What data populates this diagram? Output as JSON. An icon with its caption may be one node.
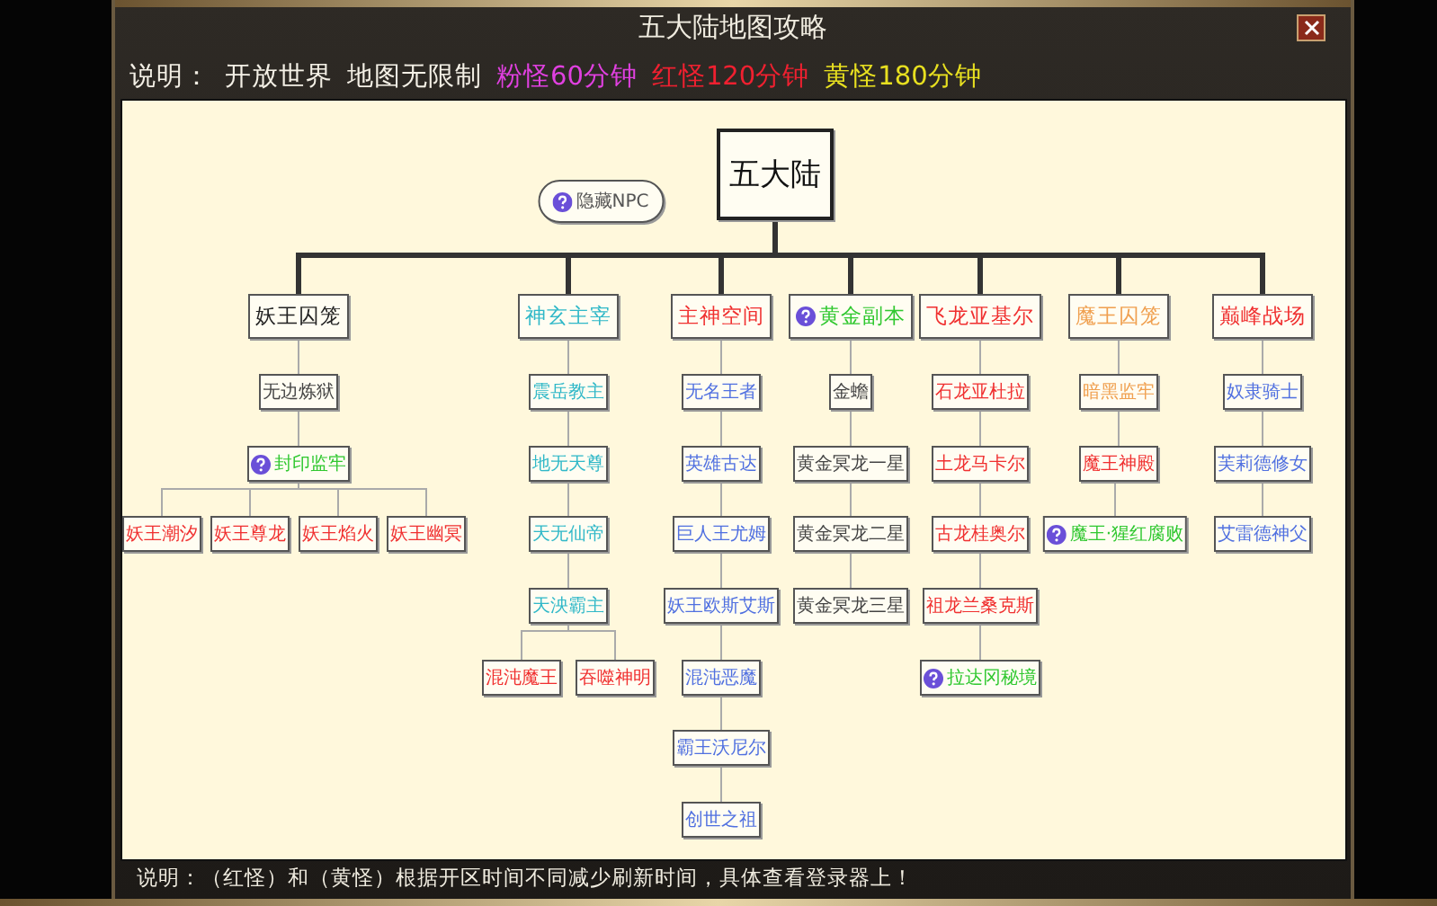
{
  "diagram": {
    "title": "五大陆地图攻略",
    "nodes": [
      {
        "text": [
          "五大陆"
        ]
      },
      {
        "text": [
          "隐藏NPC"
        ]
      },
      {
        "text": [
          "妖王囚笼"
        ]
      },
      {
        "text": [
          "无边炼狱"
        ]
      },
      {
        "text": [
          "封印监牢"
        ]
      },
      {
        "text": [
          "妖王潮汐"
        ]
      },
      {
        "text": [
          "妖王尊龙"
        ]
      },
      {
        "text": [
          "妖王焰火"
        ]
      },
      {
        "text": [
          "妖王幽冥"
        ]
      },
      {
        "text": [
          "神玄主宰"
        ]
      },
      {
        "text": [
          "震岳教主"
        ]
      },
      {
        "text": [
          "地无天尊"
        ]
      },
      {
        "text": [
          "天无仙帝"
        ]
      },
      {
        "text": [
          "天泱霸主"
        ]
      },
      {
        "text": [
          "混沌魔王"
        ]
      },
      {
        "text": [
          "吞噬神明"
        ]
      },
      {
        "text": [
          "主神空间"
        ]
      },
      {
        "text": [
          "无名王者"
        ]
      },
      {
        "text": [
          "英雄古达"
        ]
      },
      {
        "text": [
          "巨人王尤姆"
        ]
      },
      {
        "text": [
          "妖王欧斯艾斯"
        ]
      },
      {
        "text": [
          "混沌恶魔"
        ]
      },
      {
        "text": [
          "霸王沃尼尔"
        ]
      },
      {
        "text": [
          "创世之祖"
        ]
      },
      {
        "text": [
          "黄金副本"
        ]
      },
      {
        "text": [
          "金蟾"
        ]
      },
      {
        "text": [
          "黄金冥龙一星"
        ]
      },
      {
        "text": [
          "黄金冥龙二星"
        ]
      },
      {
        "text": [
          "黄金冥龙三星"
        ]
      },
      {
        "text": [
          "飞龙亚基尔"
        ]
      },
      {
        "text": [
          "石龙亚杜拉"
        ]
      },
      {
        "text": [
          "土龙马卡尔"
        ]
      },
      {
        "text": [
          "古龙桂奥尔"
        ]
      },
      {
        "text": [
          "祖龙兰桑克斯"
        ]
      },
      {
        "text": [
          "拉达冈秘境"
        ]
      },
      {
        "text": [
          "魔王囚笼"
        ]
      },
      {
        "text": [
          "暗黑监牢"
        ]
      },
      {
        "text": [
          "魔王神殿"
        ]
      },
      {
        "text": [
          "魔王·猩红腐败"
        ]
      },
      {
        "text": [
          "巅峰战场"
        ]
      },
      {
        "text": [
          "奴隶骑士"
        ]
      },
      {
        "text": [
          "芙莉德修女"
        ]
      },
      {
        "text": [
          "艾雷德神父"
        ]
      }
    ],
    "edges": [
      {
        "from": 0,
        "to": 2,
        "arrow": "none",
        "style": "thick",
        "color": "#333333"
      },
      {
        "from": 0,
        "to": 9,
        "arrow": "none",
        "style": "thick",
        "color": "#333333"
      },
      {
        "from": 0,
        "to": 16,
        "arrow": "none",
        "style": "thick",
        "color": "#333333"
      },
      {
        "from": 0,
        "to": 24,
        "arrow": "none",
        "style": "thick",
        "color": "#333333"
      },
      {
        "from": 0,
        "to": 29,
        "arrow": "none",
        "style": "thick",
        "color": "#333333"
      },
      {
        "from": 0,
        "to": 35,
        "arrow": "none",
        "style": "thick",
        "color": "#333333"
      },
      {
        "from": 0,
        "to": 39,
        "arrow": "none",
        "style": "thick",
        "color": "#333333"
      },
      {
        "from": 2,
        "to": 3,
        "arrow": "none"
      },
      {
        "from": 3,
        "to": 4,
        "arrow": "none"
      },
      {
        "from": 4,
        "to": 5,
        "arrow": "none"
      },
      {
        "from": 4,
        "to": 6,
        "arrow": "none"
      },
      {
        "from": 4,
        "to": 7,
        "arrow": "none"
      },
      {
        "from": 4,
        "to": 8,
        "arrow": "none"
      },
      {
        "from": 9,
        "to": 10,
        "arrow": "none"
      },
      {
        "from": 10,
        "to": 11,
        "arrow": "none"
      },
      {
        "from": 11,
        "to": 12,
        "arrow": "none"
      },
      {
        "from": 12,
        "to": 13,
        "arrow": "none"
      },
      {
        "from": 13,
        "to": 14,
        "arrow": "none"
      },
      {
        "from": 13,
        "to": 15,
        "arrow": "none"
      },
      {
        "from": 16,
        "to": 17,
        "arrow": "none"
      },
      {
        "from": 17,
        "to": 18,
        "arrow": "none"
      },
      {
        "from": 18,
        "to": 19,
        "arrow": "none"
      },
      {
        "from": 19,
        "to": 20,
        "arrow": "none"
      },
      {
        "from": 20,
        "to": 21,
        "arrow": "none"
      },
      {
        "from": 21,
        "to": 22,
        "arrow": "none"
      },
      {
        "from": 22,
        "to": 23,
        "arrow": "none"
      },
      {
        "from": 24,
        "to": 25,
        "arrow": "none"
      },
      {
        "from": 25,
        "to": 26,
        "arrow": "none"
      },
      {
        "from": 26,
        "to": 27,
        "arrow": "none"
      },
      {
        "from": 27,
        "to": 28,
        "arrow": "none"
      },
      {
        "from": 29,
        "to": 30,
        "arrow": "none"
      },
      {
        "from": 30,
        "to": 31,
        "arrow": "none"
      },
      {
        "from": 31,
        "to": 32,
        "arrow": "none"
      },
      {
        "from": 32,
        "to": 33,
        "arrow": "none"
      },
      {
        "from": 33,
        "to": 34,
        "arrow": "none"
      },
      {
        "from": 35,
        "to": 36,
        "arrow": "none"
      },
      {
        "from": 36,
        "to": 37,
        "arrow": "none"
      },
      {
        "from": 37,
        "to": 38,
        "arrow": "none"
      },
      {
        "from": 39,
        "to": 40,
        "arrow": "none"
      },
      {
        "from": 40,
        "to": 41,
        "arrow": "none"
      },
      {
        "from": 41,
        "to": 42,
        "arrow": "none"
      }
    ],
    "labels": [
      "说明：",
      "开放世界",
      "地图无限制",
      "粉怪60分钟",
      "红怪120分钟",
      "黄怪180分钟",
      "说明：（红怪）和（黄怪）根据开区时间不同减少刷新时间，具体查看登录器上！"
    ]
  }
}
